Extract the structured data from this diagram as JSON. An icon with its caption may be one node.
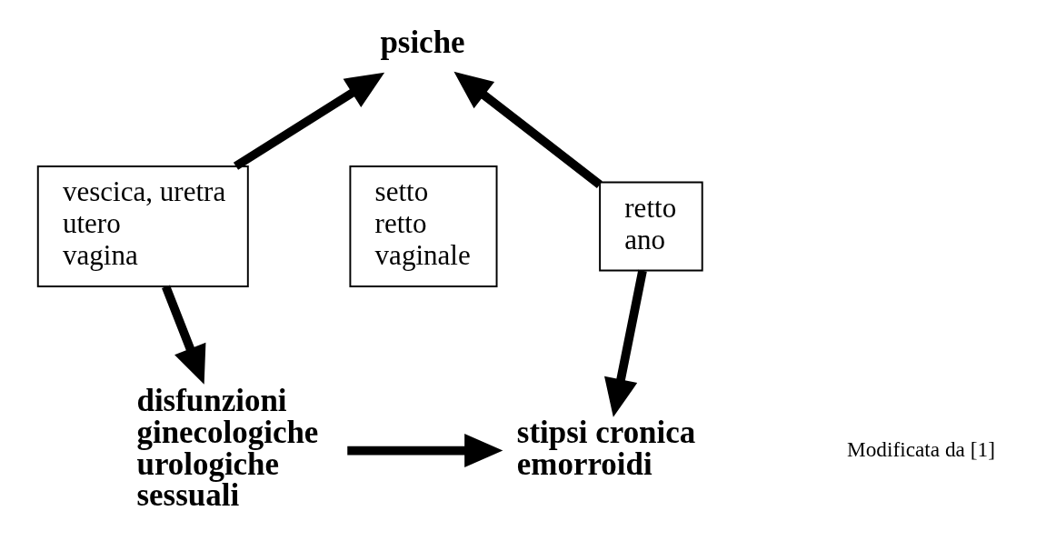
{
  "diagram": {
    "nodes": [
      {
        "text": [
          "psiche"
        ]
      },
      {
        "text": [
          "vescica, uretra utero vagina"
        ]
      },
      {
        "text": [
          "setto retto vaginale"
        ]
      },
      {
        "text": [
          "retto ano"
        ]
      },
      {
        "text": [
          "disfunzioni ginecologiche urologiche sessuali"
        ]
      },
      {
        "text": [
          "stipsi cronica emorroidi"
        ]
      }
    ],
    "edges": [
      {
        "from": 1,
        "to": 0,
        "arrow": "to"
      },
      {
        "from": 3,
        "to": 0,
        "arrow": "to"
      },
      {
        "from": 1,
        "to": 4,
        "arrow": "to"
      },
      {
        "from": 3,
        "to": 5,
        "arrow": "to"
      },
      {
        "from": 4,
        "to": 5,
        "arrow": "to"
      }
    ],
    "labels": [
      "Modificata da [1]"
    ]
  }
}
